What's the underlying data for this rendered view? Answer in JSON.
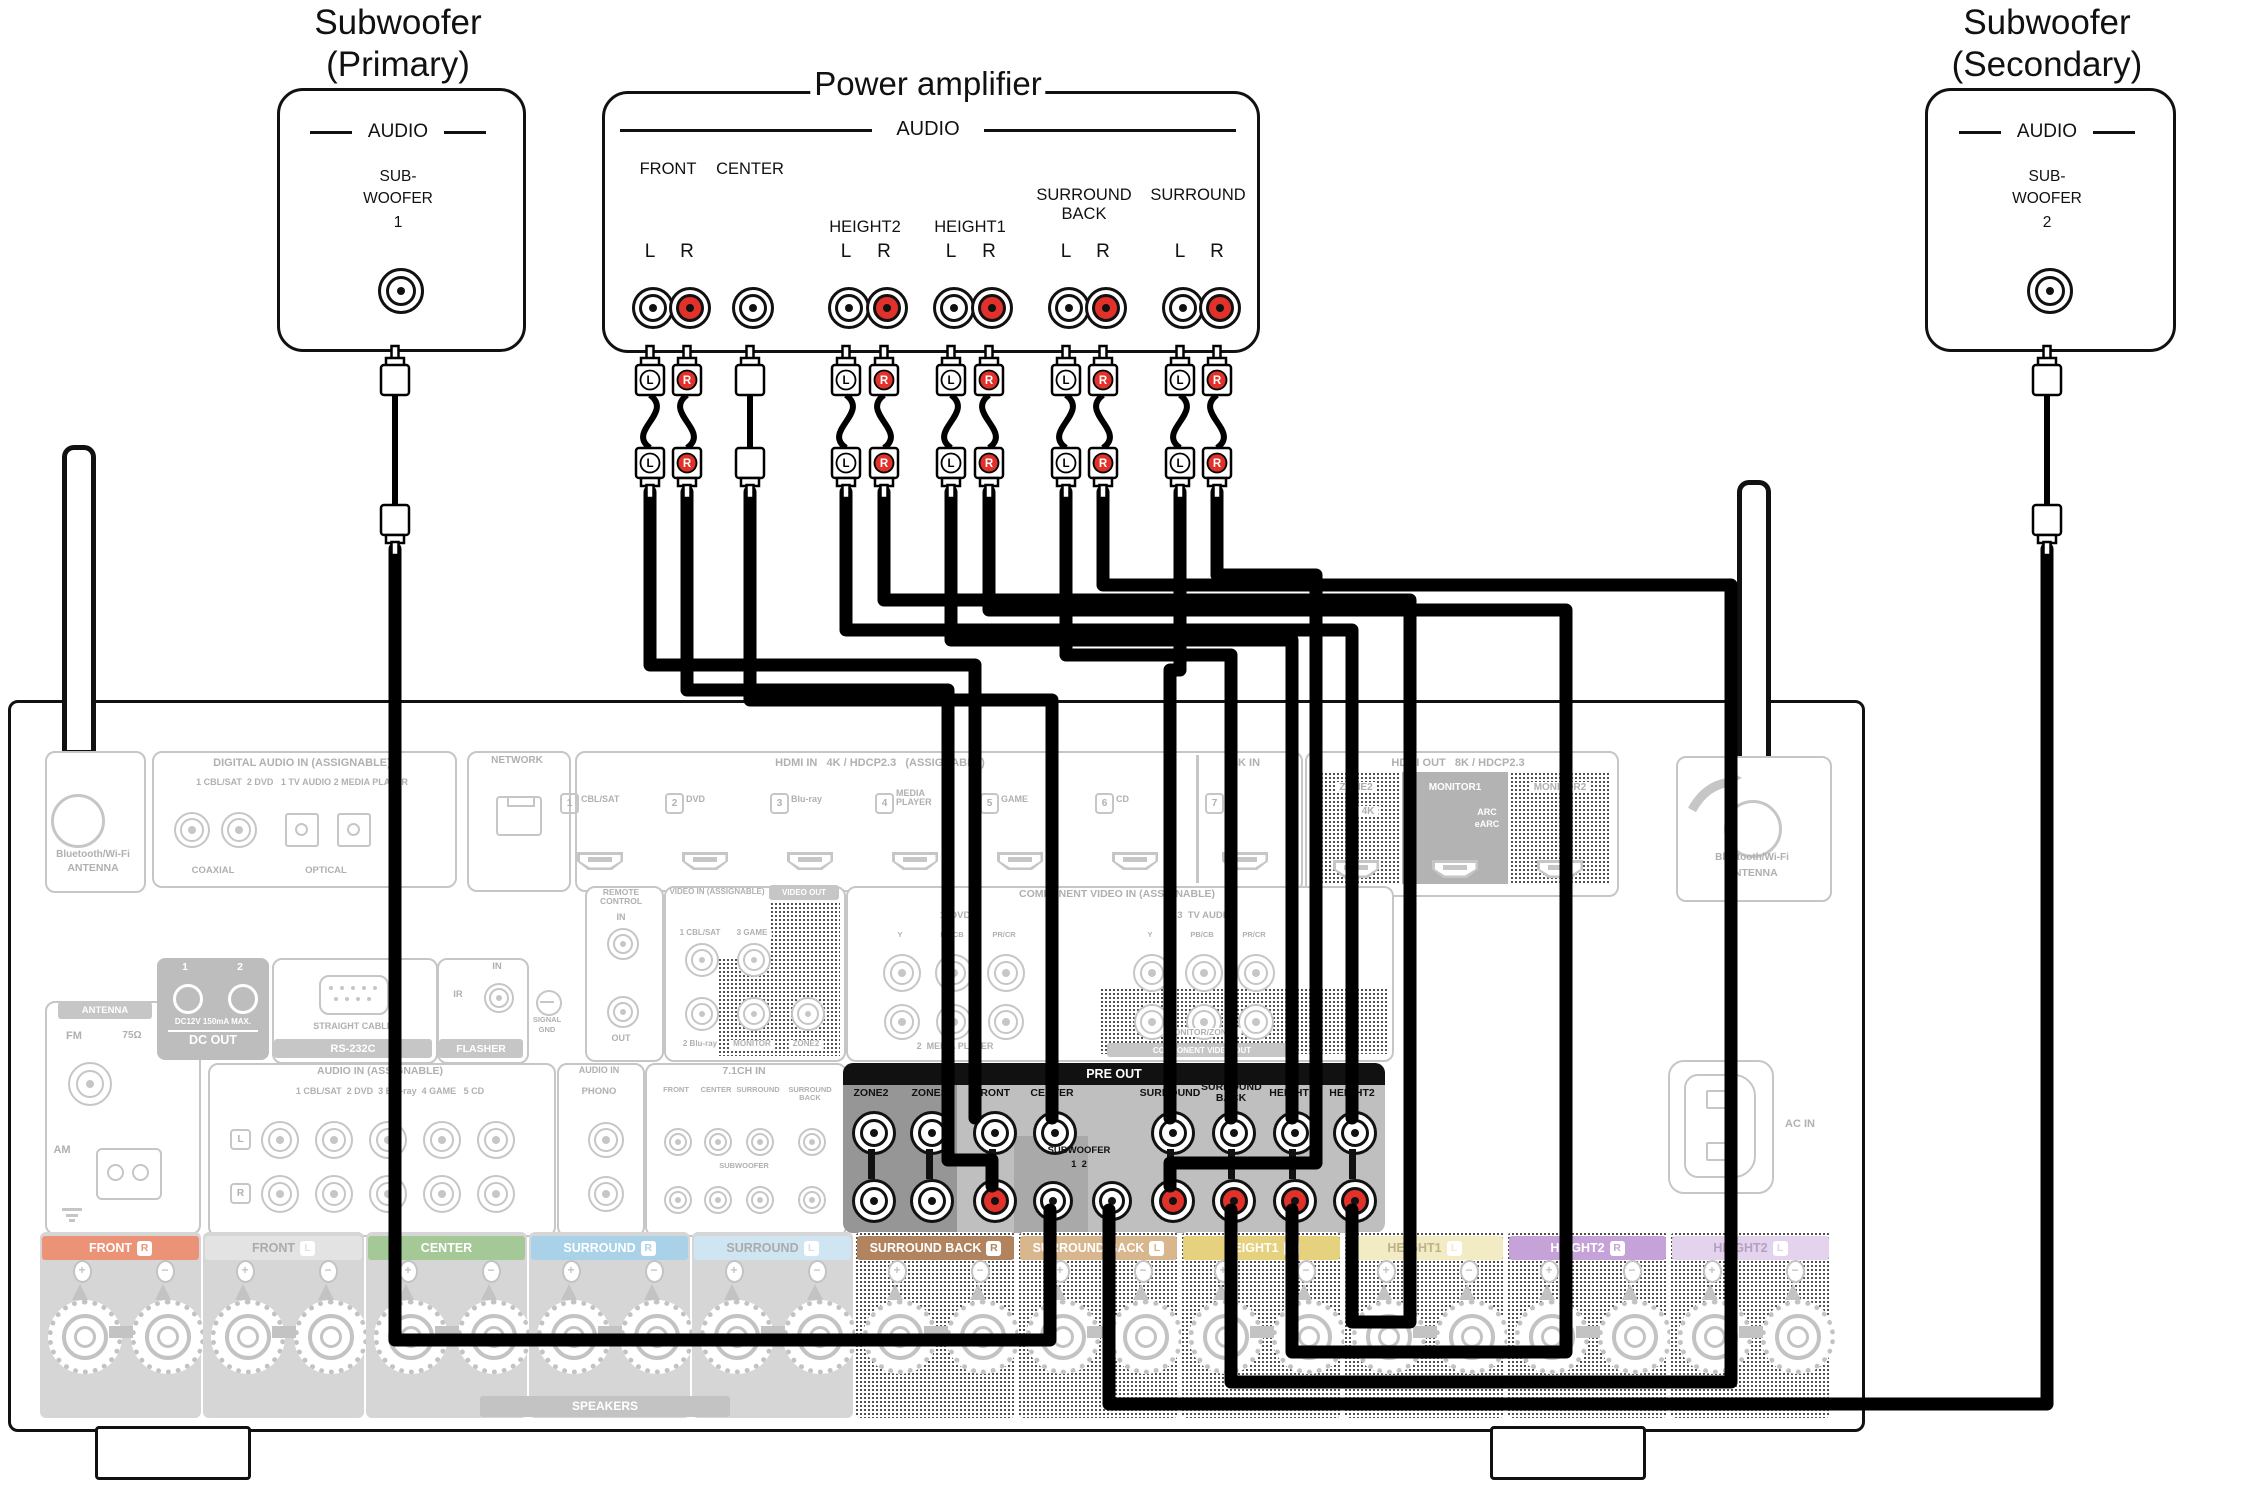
{
  "subwoofer_primary": {
    "title_line1": "Subwoofer",
    "title_line2": "(Primary)",
    "group": "AUDIO",
    "jack_label_lines": [
      "SUB-",
      "WOOFER",
      "1"
    ]
  },
  "subwoofer_secondary": {
    "title_line1": "Subwoofer",
    "title_line2": "(Secondary)",
    "group": "AUDIO",
    "jack_label_lines": [
      "SUB-",
      "WOOFER",
      "2"
    ]
  },
  "power_amplifier": {
    "title": "Power amplifier",
    "group": "AUDIO",
    "channels": [
      {
        "name": "FRONT",
        "jacks": [
          "L",
          "R"
        ]
      },
      {
        "name": "CENTER",
        "jacks": [
          ""
        ]
      },
      {
        "name": "HEIGHT2",
        "jacks": [
          "L",
          "R"
        ]
      },
      {
        "name": "HEIGHT1",
        "jacks": [
          "L",
          "R"
        ]
      },
      {
        "name": "SURROUND BACK",
        "jacks": [
          "L",
          "R"
        ]
      },
      {
        "name": "SURROUND",
        "jacks": [
          "L",
          "R"
        ]
      }
    ]
  },
  "receiver": {
    "bluetooth_left": {
      "line1": "Bluetooth/Wi-Fi",
      "line2": "ANTENNA"
    },
    "bluetooth_right": {
      "line1": "Bluetooth/Wi-Fi",
      "line2": "ANTENNA"
    },
    "digital_audio": {
      "header": "DIGITAL AUDIO IN (ASSIGNABLE)",
      "inputs": "1 CBL/SAT  2 DVD   1 TV AUDIO 2 MEDIA PLAYER",
      "coaxial": "COAXIAL",
      "optical": "OPTICAL"
    },
    "network": {
      "label": "NETWORK"
    },
    "hdmi_in": {
      "header": "HDMI IN   4K / HDCP2.3   (ASSIGNABLE)",
      "eightk": "8K IN",
      "ports": [
        {
          "num": "1",
          "label": "CBL/SAT"
        },
        {
          "num": "2",
          "label": "DVD"
        },
        {
          "num": "3",
          "label": "Blu-ray"
        },
        {
          "num": "4",
          "label": "MEDIA PLAYER"
        },
        {
          "num": "5",
          "label": "GAME"
        },
        {
          "num": "6",
          "label": "CD"
        },
        {
          "num": "7",
          "label": "8K"
        }
      ]
    },
    "hdmi_out": {
      "header": "HDMI OUT   8K / HDCP2.3",
      "zone2": "ZONE2",
      "zone2_note": "4K",
      "monitor1": "MONITOR1",
      "arc": "ARC",
      "earc": "eARC",
      "monitor2": "MONITOR2"
    },
    "antenna": {
      "header": "ANTENNA",
      "fm": "FM",
      "ohm": "75Ω",
      "am": "AM"
    },
    "dc_out": {
      "num1": "1",
      "num2": "2",
      "spec": "DC12V 150mA MAX.",
      "label": "DC OUT"
    },
    "rs232": {
      "cable": "STRAIGHT CABLE",
      "label": "RS-232C"
    },
    "flasher": {
      "in": "IN",
      "ir": "IR",
      "label": "FLASHER"
    },
    "signal_gnd": {
      "line1": "SIGNAL",
      "line2": "GND"
    },
    "remote": {
      "header1": "REMOTE",
      "header2": "CONTROL",
      "in": "IN",
      "out": "OUT"
    },
    "video": {
      "header": "VIDEO IN (ASSIGNABLE)",
      "out_header": "VIDEO OUT",
      "in1": "1 CBL/SAT",
      "in2": "3 GAME",
      "out1": "2 Blu-ray",
      "out2": "MONITOR",
      "out3": "ZONE2"
    },
    "component": {
      "header": "COMPONENT VIDEO IN (ASSIGNABLE)",
      "group1": "1  DVD",
      "group2": "3  TV AUDIO",
      "group3": "2  MEDIA PLAYER",
      "out1": "MONITOR/ZONE2",
      "out2": "COMPONENT VIDEO OUT",
      "pins": [
        "Y",
        "PB/CB",
        "PR/CR"
      ]
    },
    "audio_in": {
      "header": "AUDIO IN (ASSIGNABLE)",
      "inputs": "1 CBL/SAT  2 DVD  3 Blu-ray  4 GAME   5 CD",
      "l": "L",
      "r": "R"
    },
    "phono": {
      "header": "AUDIO IN",
      "label": "PHONO"
    },
    "ch71": {
      "header": "7.1CH IN",
      "labels": [
        "FRONT",
        "CENTER",
        "SURROUND",
        "SURROUND BACK"
      ],
      "sub": "SUBWOOFER"
    },
    "preout": {
      "header": "PRE OUT",
      "subwoofer": "SUBWOOFER",
      "subnums": "1  2",
      "columns": [
        {
          "label": "ZONE2",
          "type": "dual-white"
        },
        {
          "label": "ZONE3",
          "type": "dual-white"
        },
        {
          "label": "FRONT",
          "type": "dual-red"
        },
        {
          "label": "CENTER",
          "type": "single"
        },
        {
          "label": "SURROUND",
          "type": "dual-red"
        },
        {
          "label": "SURROUND BACK",
          "type": "dual-red"
        },
        {
          "label": "HEIGHT1",
          "type": "dual-red"
        },
        {
          "label": "HEIGHT2",
          "type": "dual-red"
        }
      ]
    },
    "ac_in": "AC IN",
    "speakers_label": "SPEAKERS",
    "speaker_sections": [
      {
        "label": "FRONT",
        "badge": "R",
        "bg": "#EC9377",
        "fg": "#FFFFFF",
        "dither": false
      },
      {
        "label": "FRONT",
        "badge": "L",
        "bg": "#E3E3E3",
        "fg": "#ABABAB",
        "dither": false
      },
      {
        "label": "CENTER",
        "badge": "",
        "bg": "#A5C897",
        "fg": "#FFFFFF",
        "dither": false
      },
      {
        "label": "SURROUND",
        "badge": "R",
        "bg": "#A9D2E9",
        "fg": "#FFFFFF",
        "dither": false
      },
      {
        "label": "SURROUND",
        "badge": "L",
        "bg": "#CFE5F1",
        "fg": "#ABABAB",
        "dither": false
      },
      {
        "label": "SURROUND BACK",
        "badge": "R",
        "bg": "#B1845F",
        "fg": "#FFFFFF",
        "dither": true
      },
      {
        "label": "SURROUND BACK",
        "badge": "L",
        "bg": "#D8B78E",
        "fg": "#FFFFFF",
        "dither": true
      },
      {
        "label": "HEIGHT1",
        "badge": "R",
        "bg": "#E6D17E",
        "fg": "#FFFFFF",
        "dither": true
      },
      {
        "label": "HEIGHT1",
        "badge": "L",
        "bg": "#F2EBC3",
        "fg": "#BDB289",
        "dither": true
      },
      {
        "label": "HEIGHT2",
        "badge": "R",
        "bg": "#C5A2D7",
        "fg": "#FFFFFF",
        "dither": true
      },
      {
        "label": "HEIGHT2",
        "badge": "L",
        "bg": "#E3D3ED",
        "fg": "#B3A0C4",
        "dither": true
      }
    ]
  },
  "colors": {
    "red": "#E0312A",
    "black": "#111111",
    "gray_line": "#C6C6C6",
    "gray_text": "#B0B0B0",
    "panel": "#BFBFBF",
    "zone": "#969696",
    "monitor_cell": "#B3B3B3",
    "dc_box": "#BDBDBD"
  },
  "connections": [
    {
      "cable": "subwoofer-1",
      "plug_label": "",
      "from": "Subwoofer (Primary) SUBWOOFER 1",
      "to": "PRE OUT SUBWOOFER 1"
    },
    {
      "cable": "front-l",
      "plug_label": "L",
      "from": "Power amplifier FRONT L",
      "to": "PRE OUT FRONT L"
    },
    {
      "cable": "front-r",
      "plug_label": "R",
      "from": "Power amplifier FRONT R",
      "to": "PRE OUT FRONT R"
    },
    {
      "cable": "center",
      "plug_label": "",
      "from": "Power amplifier CENTER",
      "to": "PRE OUT CENTER"
    },
    {
      "cable": "height2-l",
      "plug_label": "L",
      "from": "Power amplifier HEIGHT2 L",
      "to": "PRE OUT HEIGHT2 L"
    },
    {
      "cable": "height2-r",
      "plug_label": "R",
      "from": "Power amplifier HEIGHT2 R",
      "to": "PRE OUT HEIGHT2 R"
    },
    {
      "cable": "height1-l",
      "plug_label": "L",
      "from": "Power amplifier HEIGHT1 L",
      "to": "PRE OUT HEIGHT1 L"
    },
    {
      "cable": "height1-r",
      "plug_label": "R",
      "from": "Power amplifier HEIGHT1 R",
      "to": "PRE OUT HEIGHT1 R"
    },
    {
      "cable": "surround-back-l",
      "plug_label": "L",
      "from": "Power amplifier SURROUND BACK L",
      "to": "PRE OUT SURROUND BACK L"
    },
    {
      "cable": "surround-back-r",
      "plug_label": "R",
      "from": "Power amplifier SURROUND BACK R",
      "to": "PRE OUT SURROUND BACK R"
    },
    {
      "cable": "surround-l",
      "plug_label": "L",
      "from": "Power amplifier SURROUND L",
      "to": "PRE OUT SURROUND L"
    },
    {
      "cable": "surround-r",
      "plug_label": "R",
      "from": "Power amplifier SURROUND R",
      "to": "PRE OUT SURROUND R"
    },
    {
      "cable": "subwoofer-2",
      "plug_label": "",
      "from": "Subwoofer (Secondary) SUBWOOFER 2",
      "to": "PRE OUT SUBWOOFER 2"
    }
  ]
}
